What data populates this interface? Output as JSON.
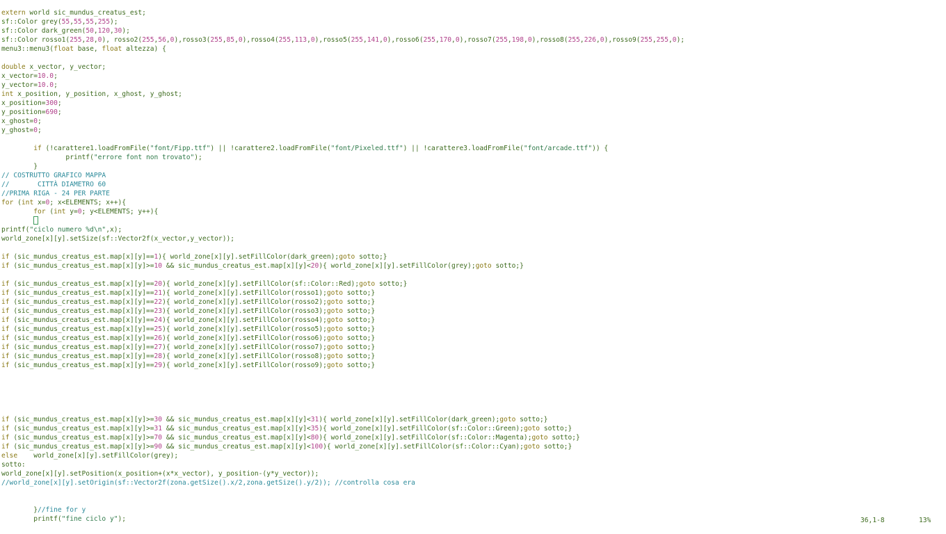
{
  "editor": {
    "lines": [
      "extern world sic_mundus_creatus_est;",
      "sf::Color grey(55,55,55,255);",
      "sf::Color dark_green(50,120,30);",
      "sf::Color rosso1(255,28,0), rosso2(255,56,0),rosso3(255,85,0),rosso4(255,113,0),rosso5(255,141,0),rosso6(255,170,0),rosso7(255,198,0),rosso8(255,226,0),rosso9(255,255,0);",
      "menu3::menu3(float base, float altezza) {",
      "",
      "double x_vector, y_vector;",
      "x_vector=10.0;",
      "y_vector=10.0;",
      "int x_position, y_position, x_ghost, y_ghost;",
      "x_position=300;",
      "y_position=690;",
      "x_ghost=0;",
      "y_ghost=0;",
      "",
      "        if (!carattere1.loadFromFile(\"font/Fipp.ttf\") || !carattere2.loadFromFile(\"font/Pixeled.ttf\") || !carattere3.loadFromFile(\"font/arcade.ttf\")) {",
      "                printf(\"errore font non trovato\");",
      "        }",
      "// COSTRUTTO GRAFICO MAPPA",
      "//       CITTÀ DIAMETRO 60",
      "//PRIMA RIGA - 24 PER PARTE",
      "for (int x=0; x<ELEMENTS; x++){",
      "        for (int y=0; y<ELEMENTS; y++){",
      "",
      "printf(\"ciclo numero %d\\n\",x);",
      "world_zone[x][y].setSize(sf::Vector2f(x_vector,y_vector));",
      "",
      "if (sic_mundus_creatus_est.map[x][y]==1){ world_zone[x][y].setFillColor(dark_green);goto sotto;}",
      "if (sic_mundus_creatus_est.map[x][y]>=10 && sic_mundus_creatus_est.map[x][y]<20){ world_zone[x][y].setFillColor(grey);goto sotto;}",
      "",
      "if (sic_mundus_creatus_est.map[x][y]==20){ world_zone[x][y].setFillColor(sf::Color::Red);goto sotto;}",
      "if (sic_mundus_creatus_est.map[x][y]==21){ world_zone[x][y].setFillColor(rosso1);goto sotto;}",
      "if (sic_mundus_creatus_est.map[x][y]==22){ world_zone[x][y].setFillColor(rosso2);goto sotto;}",
      "if (sic_mundus_creatus_est.map[x][y]==23){ world_zone[x][y].setFillColor(rosso3);goto sotto;}",
      "if (sic_mundus_creatus_est.map[x][y]==24){ world_zone[x][y].setFillColor(rosso4);goto sotto;}",
      "if (sic_mundus_creatus_est.map[x][y]==25){ world_zone[x][y].setFillColor(rosso5);goto sotto;}",
      "if (sic_mundus_creatus_est.map[x][y]==26){ world_zone[x][y].setFillColor(rosso6);goto sotto;}",
      "if (sic_mundus_creatus_est.map[x][y]==27){ world_zone[x][y].setFillColor(rosso7);goto sotto;}",
      "if (sic_mundus_creatus_est.map[x][y]==28){ world_zone[x][y].setFillColor(rosso8);goto sotto;}",
      "if (sic_mundus_creatus_est.map[x][y]==29){ world_zone[x][y].setFillColor(rosso9);goto sotto;}",
      "",
      "",
      "",
      "",
      "",
      "if (sic_mundus_creatus_est.map[x][y]>=30 && sic_mundus_creatus_est.map[x][y]<31){ world_zone[x][y].setFillColor(dark_green);goto sotto;}",
      "if (sic_mundus_creatus_est.map[x][y]>=31 && sic_mundus_creatus_est.map[x][y]<35){ world_zone[x][y].setFillColor(sf::Color::Green);goto sotto;}",
      "if (sic_mundus_creatus_est.map[x][y]>=70 && sic_mundus_creatus_est.map[x][y]<80){ world_zone[x][y].setFillColor(sf::Color::Magenta);goto sotto;}",
      "if (sic_mundus_creatus_est.map[x][y]>=90 && sic_mundus_creatus_est.map[x][y]<100){ world_zone[x][y].setFillColor(sf::Color::Cyan);goto sotto;}",
      "else    world_zone[x][y].setFillColor(grey);",
      "sotto:",
      "world_zone[x][y].setPosition(x_position+(x*x_vector), y_position-(y*y_vector));",
      "//world_zone[x][y].setOrigin(sf::Vector2f(zona.getSize().x/2,zona.getSize().y/2)); //controlla cosa era",
      "",
      "",
      "        }//fine for y",
      "        printf(\"fine ciclo y\");"
    ],
    "cursor_line": 23
  },
  "statusbar": {
    "position": "36,1-8",
    "percent": "13%"
  }
}
